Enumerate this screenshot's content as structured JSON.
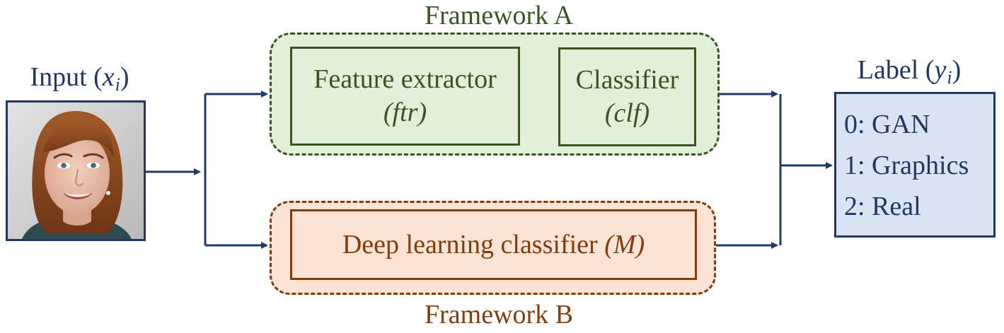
{
  "framework_a": {
    "title": "Framework A",
    "feature_extractor": {
      "label": "Feature extractor",
      "symbol": "(ftr)"
    },
    "classifier": {
      "label": "Classifier",
      "symbol": "(clf)"
    }
  },
  "framework_b": {
    "title": "Framework B",
    "classifier": {
      "label": "Deep learning classifier",
      "symbol": "(M)"
    }
  },
  "input": {
    "title": "Input",
    "symbol_open": "(",
    "symbol_var": "x",
    "symbol_sub": "i",
    "symbol_close": ")"
  },
  "label": {
    "title": "Label",
    "symbol_open": "(",
    "symbol_var": "y",
    "symbol_sub": "i",
    "symbol_close": ")",
    "items": [
      "0: GAN",
      "1: Graphics",
      "2: Real"
    ]
  },
  "colors": {
    "framework_a_stroke": "#375623",
    "framework_a_fill": "#e2efd9",
    "framework_b_stroke": "#843c0c",
    "framework_b_fill": "#fbe4d5",
    "io_stroke": "#1f3864",
    "label_fill": "#dae3f3"
  }
}
